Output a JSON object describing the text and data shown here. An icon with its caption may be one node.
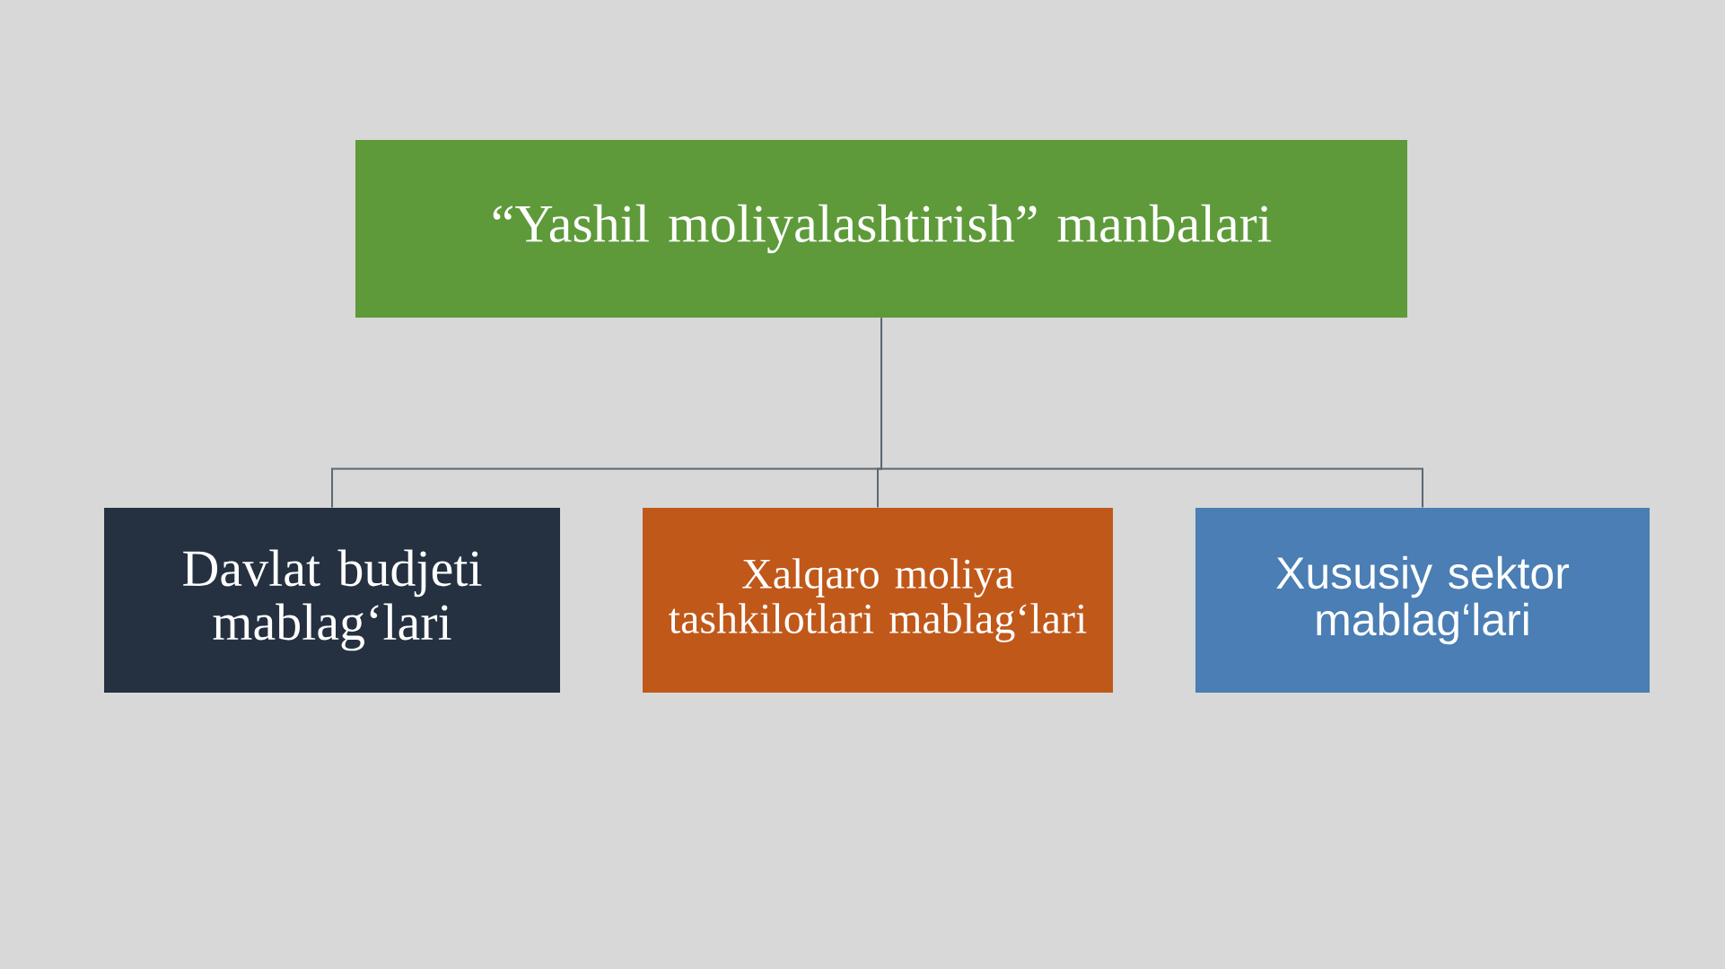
{
  "diagram": {
    "nodes": [
      {
        "text": [
          "“Yashil moliyalashtirish” manbalari"
        ]
      },
      {
        "text": [
          "Davlat budjeti mablag‘lari"
        ]
      },
      {
        "text": [
          "Xalqaro moliya tashkilotlari mablag‘lari"
        ]
      },
      {
        "text": [
          "Xususiy sektor mablag‘lari"
        ]
      }
    ],
    "edges": [
      {
        "from": 0,
        "to": 1,
        "arrow": "none"
      },
      {
        "from": 0,
        "to": 2,
        "arrow": "none"
      },
      {
        "from": 0,
        "to": 3,
        "arrow": "none"
      }
    ]
  }
}
